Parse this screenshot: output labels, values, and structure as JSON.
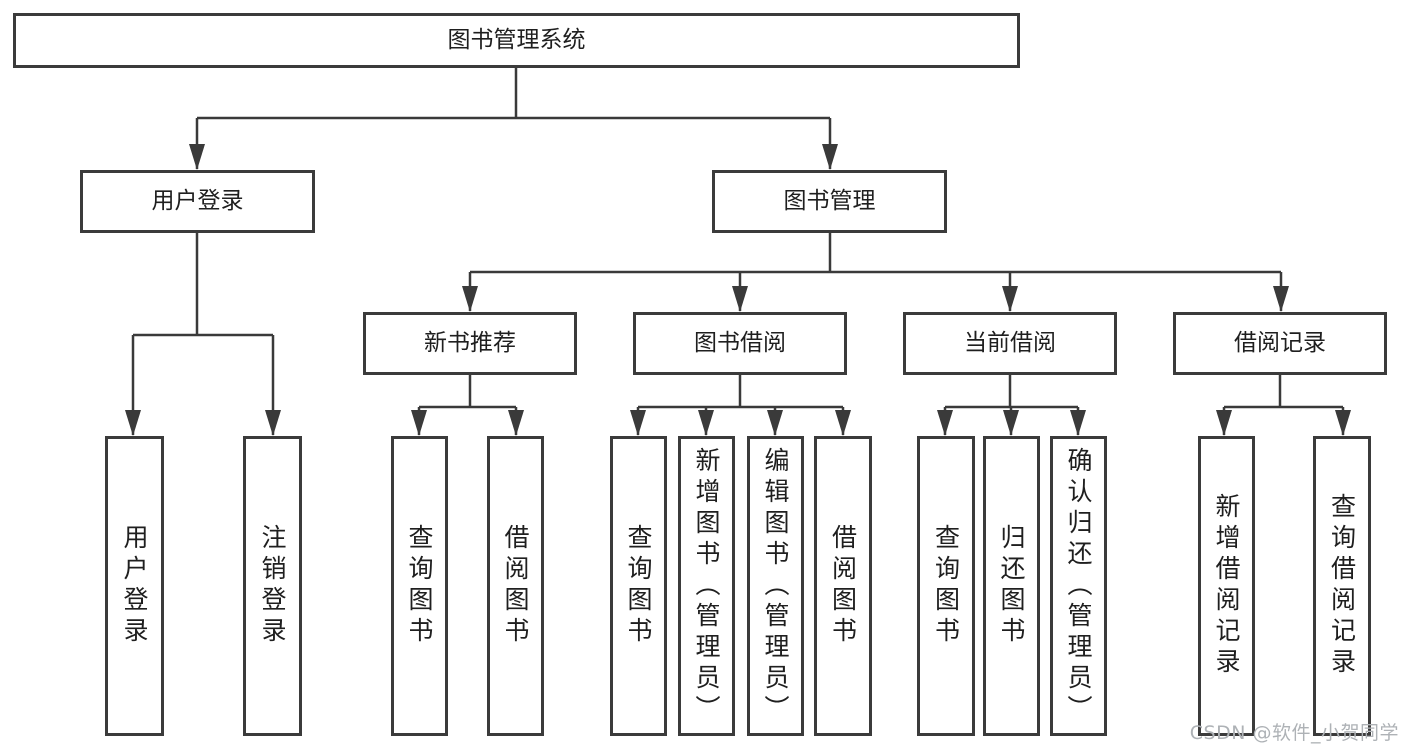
{
  "diagram": {
    "title": "图书管理系统",
    "branches": [
      {
        "label": "用户登录",
        "children": [
          {
            "label": "用户登录"
          },
          {
            "label": "注销登录"
          }
        ]
      },
      {
        "label": "图书管理",
        "children": [
          {
            "label": "新书推荐",
            "children": [
              {
                "label": "查询图书"
              },
              {
                "label": "借阅图书"
              }
            ]
          },
          {
            "label": "图书借阅",
            "children": [
              {
                "label": "查询图书"
              },
              {
                "label": "新增图书（管理员）"
              },
              {
                "label": "编辑图书（管理员）"
              },
              {
                "label": "借阅图书"
              }
            ]
          },
          {
            "label": "当前借阅",
            "children": [
              {
                "label": "查询图书"
              },
              {
                "label": "归还图书"
              },
              {
                "label": "确认归还（管理员）"
              }
            ]
          },
          {
            "label": "借阅记录",
            "children": [
              {
                "label": "新增借阅记录"
              },
              {
                "label": "查询借阅记录"
              }
            ]
          }
        ]
      }
    ]
  },
  "watermark": {
    "text": "CSDN @软件_小贺同学",
    "color": "#aeb2b6"
  },
  "colors": {
    "background": "#ffffff",
    "box_border": "#3b3b3b",
    "connector_line": "#3a3a3a",
    "text": "#1f1f1f"
  }
}
